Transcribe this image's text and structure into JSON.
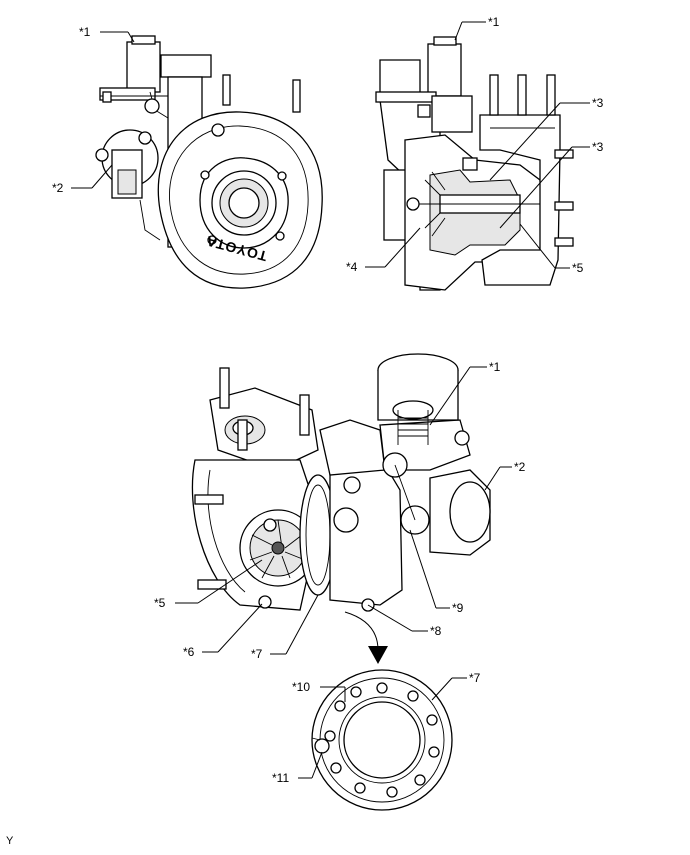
{
  "labels": {
    "l1_top_left": "*1",
    "l1_top_right": "*1",
    "l1_mid": "*1",
    "l2_left": "*2",
    "l2_mid": "*2",
    "l3_a": "*3",
    "l3_b": "*3",
    "l4": "*4",
    "l5_right": "*5",
    "l5_mid": "*5",
    "l6": "*6",
    "l7_mid": "*7",
    "l7_detail": "*7",
    "l8": "*8",
    "l9": "*9",
    "l10": "*10",
    "l11": "*11"
  },
  "brand_text": "TOYOTA",
  "figure_code": "Y"
}
